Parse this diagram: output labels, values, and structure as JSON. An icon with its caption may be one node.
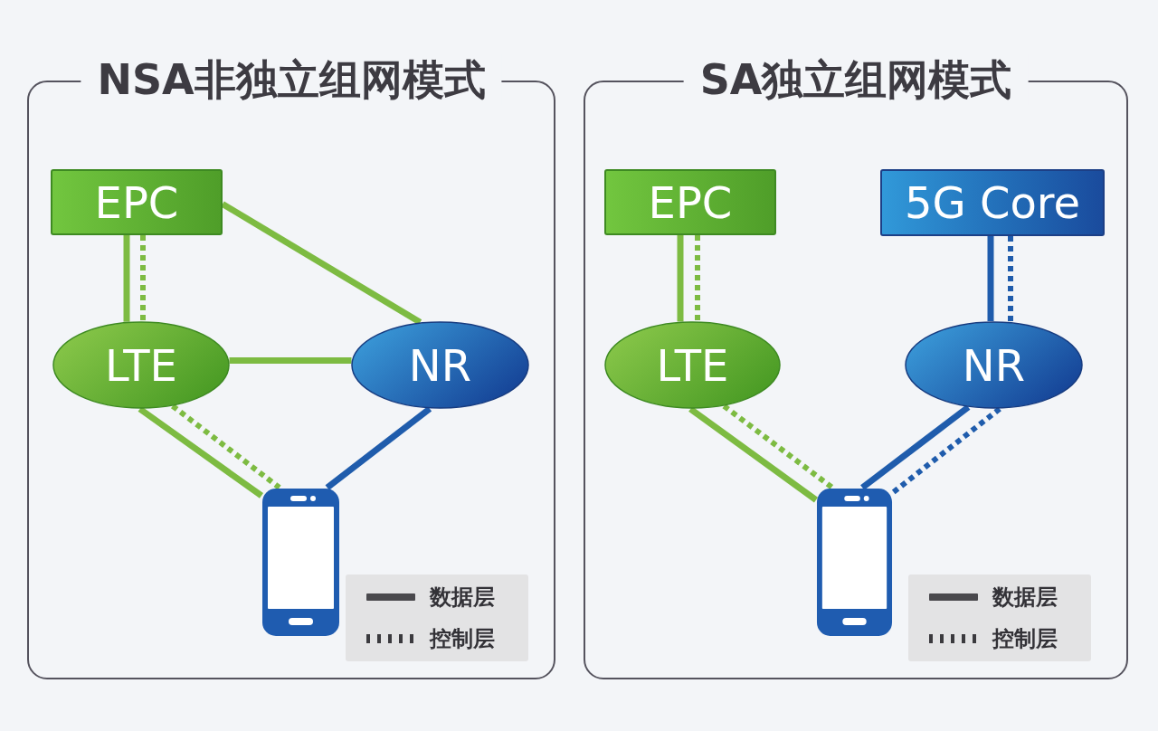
{
  "diagram": {
    "nodes": [
      {
        "text": [
          "NSA非独立组网模式"
        ]
      },
      {
        "text": [
          "EPC"
        ],
        "in": 0
      },
      {
        "text": [
          "LTE"
        ],
        "in": 0
      },
      {
        "text": [
          "NR"
        ],
        "in": 0
      },
      {
        "text": [],
        "shape": "phone",
        "in": 0
      },
      {
        "text": [
          "SA独立组网模式"
        ]
      },
      {
        "text": [
          "EPC"
        ],
        "in": 5
      },
      {
        "text": [
          "5G Core"
        ],
        "in": 5
      },
      {
        "text": [
          "LTE"
        ],
        "in": 5
      },
      {
        "text": [
          "NR"
        ],
        "in": 5
      },
      {
        "text": [],
        "shape": "phone",
        "in": 5
      }
    ],
    "edges": [
      {
        "from": 1,
        "to": 2,
        "arrow": "none"
      },
      {
        "from": 1,
        "to": 2,
        "arrow": "none",
        "style": "dashed"
      },
      {
        "from": 1,
        "to": 3,
        "arrow": "none"
      },
      {
        "from": 2,
        "to": 3,
        "arrow": "none"
      },
      {
        "from": 2,
        "to": 4,
        "arrow": "none"
      },
      {
        "from": 2,
        "to": 4,
        "arrow": "none",
        "style": "dashed"
      },
      {
        "from": 3,
        "to": 4,
        "arrow": "none",
        "color": "#1f5cac"
      },
      {
        "from": 6,
        "to": 8,
        "arrow": "none"
      },
      {
        "from": 6,
        "to": 8,
        "arrow": "none",
        "style": "dashed"
      },
      {
        "from": 7,
        "to": 9,
        "arrow": "none",
        "color": "#1f5cac"
      },
      {
        "from": 7,
        "to": 9,
        "arrow": "none",
        "style": "dashed",
        "color": "#1f5cac"
      },
      {
        "from": 8,
        "to": 10,
        "arrow": "none"
      },
      {
        "from": 8,
        "to": 10,
        "arrow": "none",
        "style": "dashed"
      },
      {
        "from": 9,
        "to": 10,
        "arrow": "none",
        "color": "#1f5cac"
      },
      {
        "from": 9,
        "to": 10,
        "arrow": "none",
        "style": "dashed",
        "color": "#1f5cac"
      }
    ],
    "legend": [
      {
        "text": "数据层"
      },
      {
        "text": "控制层"
      },
      {
        "text": "数据层"
      },
      {
        "text": "控制层"
      }
    ]
  }
}
